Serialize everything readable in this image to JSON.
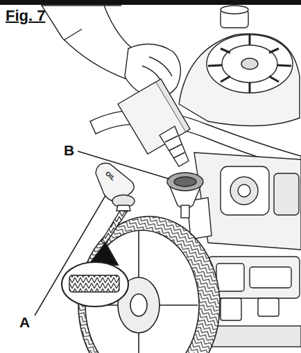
{
  "diagram": {
    "title": "Fig. 7",
    "labels": [
      "A",
      "B",
      "OIL"
    ]
  }
}
